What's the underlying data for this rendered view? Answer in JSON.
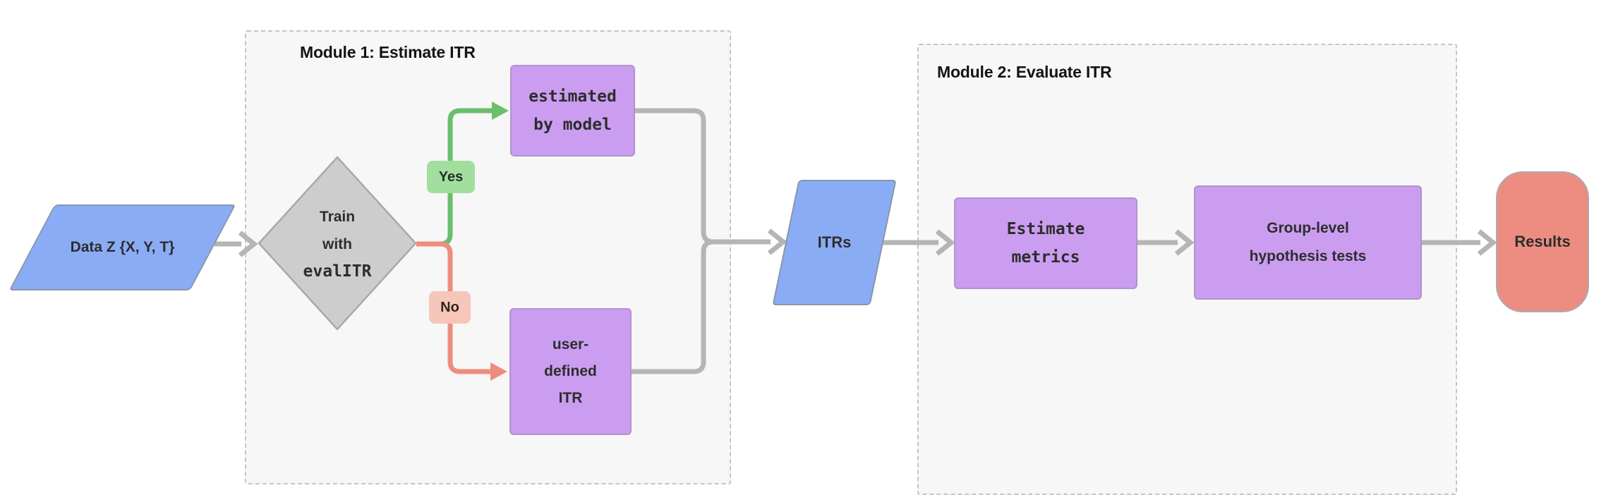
{
  "modules": [
    {
      "title": "Module 1: Estimate ITR"
    },
    {
      "title": "Module 2: Evaluate ITR"
    }
  ],
  "nodes": {
    "data": {
      "label": "Data Z {X, Y, T}",
      "shape": "parallelogram"
    },
    "decision": {
      "lines": [
        "Train",
        "with",
        "evalITR"
      ],
      "shape": "diamond"
    },
    "estimated": {
      "lines": [
        "estimated",
        "by model"
      ],
      "shape": "rect"
    },
    "user_defined": {
      "lines": [
        "user-",
        "defined",
        "ITR"
      ],
      "shape": "rect"
    },
    "itrs": {
      "label": "ITRs",
      "shape": "parallelogram"
    },
    "metrics": {
      "lines": [
        "Estimate",
        "metrics"
      ],
      "shape": "rect"
    },
    "group_tests": {
      "lines": [
        "Group-level",
        "hypothesis tests"
      ],
      "shape": "rect"
    },
    "results": {
      "label": "Results",
      "shape": "stadium"
    }
  },
  "edge_labels": {
    "yes": "Yes",
    "no": "No"
  },
  "colors": {
    "module_bg": "#f7f7f7",
    "module_border": "#c5c5c5",
    "edge_gray": "#b5b5b5",
    "blue_fill": "#8aacf4",
    "blue_stroke": "#8a95a8",
    "gray_fill": "#cdcdcd",
    "gray_stroke": "#a9a9a9",
    "purple_fill": "#cb9df0",
    "purple_stroke": "#b093cc",
    "green_edge": "#6abe6c",
    "green_badge_bg": "#a2df9f",
    "red_edge": "#ee8d7f",
    "red_badge_bg": "#f6c6ba",
    "results_fill": "#ed8c80",
    "results_stroke": "#ababab",
    "text_color": "#2d2d2d",
    "title_color": "#141414"
  }
}
